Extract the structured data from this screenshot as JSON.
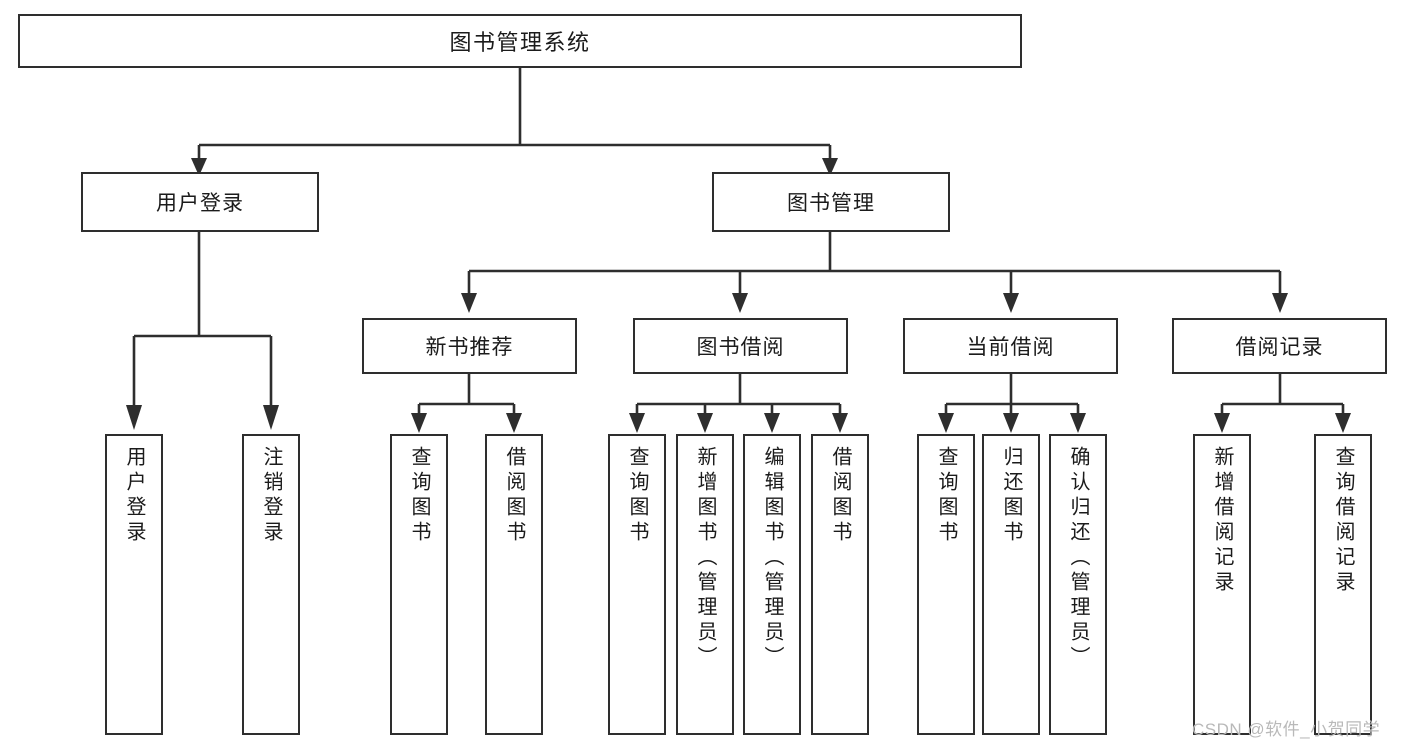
{
  "diagram": {
    "title": "图书管理系统",
    "type": "tree-hierarchy-diagram",
    "root": {
      "label": "图书管理系统"
    },
    "level1": [
      {
        "label": "用户登录"
      },
      {
        "label": "图书管理"
      }
    ],
    "level2": [
      {
        "label": "新书推荐"
      },
      {
        "label": "图书借阅"
      },
      {
        "label": "当前借阅"
      },
      {
        "label": "借阅记录"
      }
    ],
    "leaves": {
      "user_login": [
        {
          "label": "用户登录"
        },
        {
          "label": "注销登录"
        }
      ],
      "new_book_recommend": [
        {
          "label": "查询图书"
        },
        {
          "label": "借阅图书"
        }
      ],
      "book_borrow": [
        {
          "label": "查询图书"
        },
        {
          "label": "新增图书（管理员）"
        },
        {
          "label": "编辑图书（管理员）"
        },
        {
          "label": "借阅图书"
        }
      ],
      "current_borrow": [
        {
          "label": "查询图书"
        },
        {
          "label": "归还图书"
        },
        {
          "label": "确认归还（管理员）"
        }
      ],
      "borrow_record": [
        {
          "label": "新增借阅记录"
        },
        {
          "label": "查询借阅记录"
        }
      ]
    }
  },
  "watermark": {
    "text": "CSDN @软件_小贺同学"
  },
  "colors": {
    "stroke": "#2e2e2e",
    "background": "#ffffff",
    "text": "#1b1b1b",
    "watermark": "#b9b9b9"
  }
}
